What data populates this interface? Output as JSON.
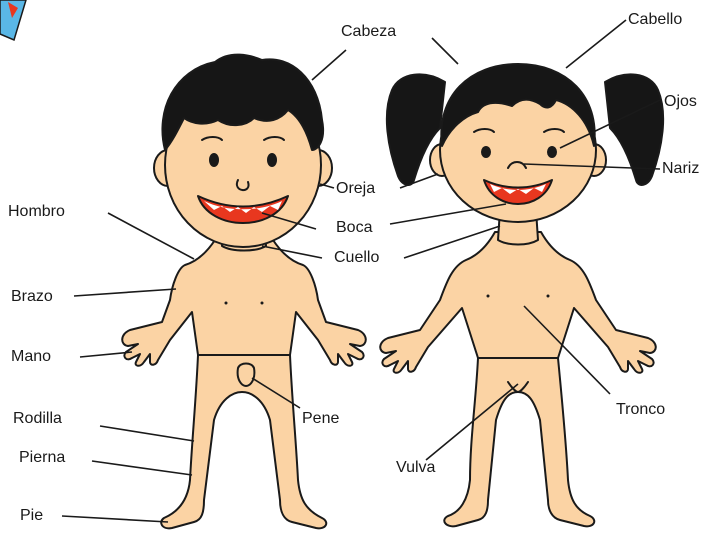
{
  "labels": {
    "cabeza": "Cabeza",
    "cabello": "Cabello",
    "ojos": "Ojos",
    "nariz": "Nariz",
    "oreja": "Oreja",
    "boca": "Boca",
    "cuello": "Cuello",
    "hombro": "Hombro",
    "brazo": "Brazo",
    "mano": "Mano",
    "pene": "Pene",
    "tronco": "Tronco",
    "rodilla": "Rodilla",
    "pierna": "Pierna",
    "vulva": "Vulva",
    "pie": "Pie"
  },
  "colors": {
    "skin": "#fbd3a4",
    "outline": "#1a1a1a",
    "hair": "#161616",
    "mouth": "#e8371f",
    "teeth": "#ffffff",
    "stamp": "#5ab7e6"
  }
}
